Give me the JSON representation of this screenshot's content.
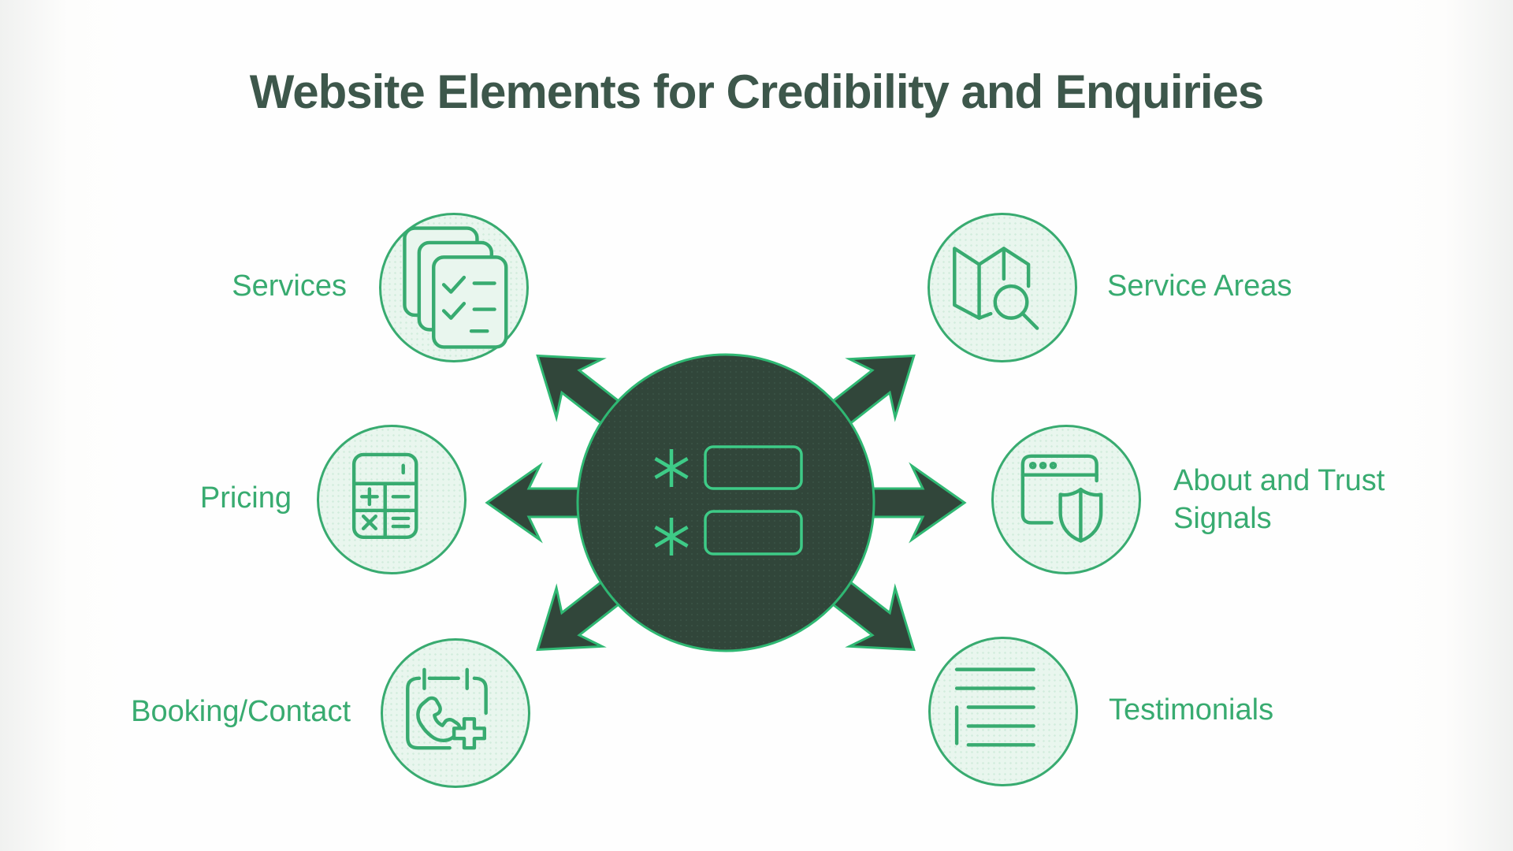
{
  "title": "Website Elements for Credibility and Enquiries",
  "nodes": [
    {
      "id": "services",
      "label": "Services",
      "icon": "documents-checklist-icon"
    },
    {
      "id": "service-areas",
      "label": "Service Areas",
      "icon": "map-search-icon"
    },
    {
      "id": "pricing",
      "label": "Pricing",
      "icon": "calculator-icon"
    },
    {
      "id": "about-trust",
      "label": "About and Trust Signals",
      "icon": "browser-shield-icon"
    },
    {
      "id": "booking-contact",
      "label": "Booking/Contact",
      "icon": "calendar-phone-plus-icon"
    },
    {
      "id": "testimonials",
      "label": "Testimonials",
      "icon": "quote-lines-icon"
    }
  ],
  "center": {
    "name": "hub-required-form-fields",
    "icons": [
      "required-asterisk-icon",
      "input-field-shape"
    ],
    "arrow_count": 6
  },
  "colors": {
    "dark": "#31463a",
    "darkdot": "#3a5245",
    "green": "#38ab70",
    "green_bright": "#3ecb87",
    "outline": "#2fb873",
    "title": "#3d574b",
    "circle_bg": "#e9f6ee",
    "circle_dot": "#d2ecdc",
    "bg": "#fdfdfc",
    "edge": "#f0f1f0"
  }
}
